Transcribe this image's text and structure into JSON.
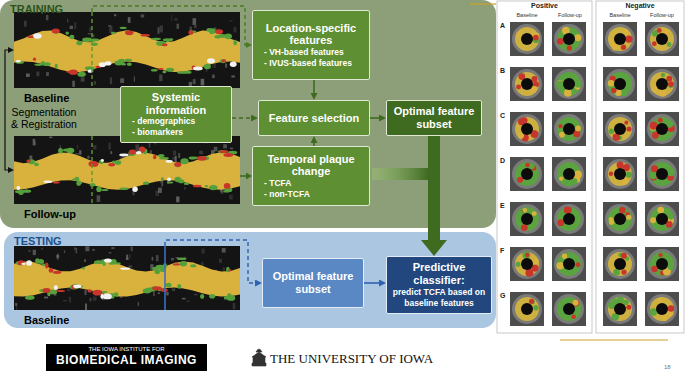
{
  "diagram": {
    "nodes": [
      {
        "text": [
          "TRAINING"
        ]
      },
      {
        "text": [
          "Baseline"
        ],
        "in": 0
      },
      {
        "text": [
          "Location-specific features",
          "- VH-based features",
          "- IVUS-based features"
        ],
        "in": 0
      },
      {
        "text": [
          "Systemic information",
          "- demographics",
          "- biomarkers"
        ],
        "in": 0
      },
      {
        "text": [
          "Feature selection"
        ],
        "in": 0
      },
      {
        "text": [
          "Optimal feature subset"
        ],
        "in": 0
      },
      {
        "text": [
          "Follow-up"
        ],
        "in": 0
      },
      {
        "text": [
          "Temporal plaque change",
          "- TCFA",
          "- non-TCFA"
        ],
        "in": 0
      },
      {
        "text": [
          "TESTING"
        ]
      },
      {
        "text": [
          "Baseline"
        ],
        "in": 8
      },
      {
        "text": [
          "Optimal feature subset"
        ],
        "in": 8
      },
      {
        "text": [
          "Predictive classifier:",
          "predict TCFA based on baseline features"
        ],
        "in": 8
      }
    ],
    "edges": [
      {
        "from": 1,
        "to": 2,
        "arrow": "to"
      },
      {
        "from": 1,
        "to": 6,
        "arrow": "both",
        "label": "Segmentation & Registration"
      },
      {
        "from": 3,
        "to": 4,
        "arrow": "to"
      },
      {
        "from": 2,
        "to": 4,
        "arrow": "to"
      },
      {
        "from": 7,
        "to": 4,
        "arrow": "to"
      },
      {
        "from": 4,
        "to": 5,
        "arrow": "to"
      },
      {
        "from": 6,
        "to": 7,
        "arrow": "to"
      },
      {
        "from": 5,
        "to": 11,
        "arrow": "to"
      },
      {
        "from": 9,
        "to": 10,
        "arrow": "to"
      },
      {
        "from": 10,
        "to": 11,
        "arrow": "to"
      }
    ],
    "labels": [
      "Positive",
      "Negative",
      "Baseline",
      "Follow-up",
      "Baseline",
      "Follow-up",
      "A",
      "B",
      "C",
      "D",
      "E",
      "F",
      "G",
      "THE IOWA INSTITUTE FOR",
      "BIOMEDICAL IMAGING",
      "THE UNIVERSITY OF IOWA",
      "18"
    ]
  }
}
